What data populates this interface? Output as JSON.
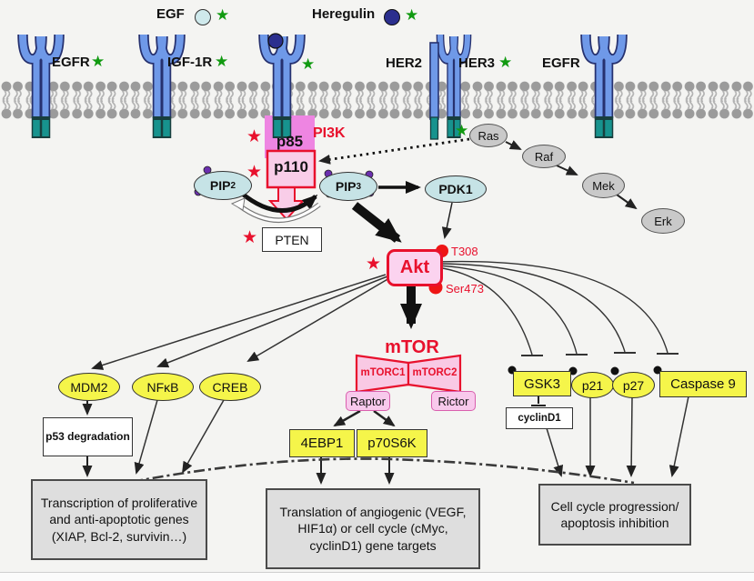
{
  "icons": {
    "star": "★"
  },
  "legend": {
    "egf_label": "EGF",
    "heregulin_label": "Heregulin"
  },
  "receptors": {
    "egfr_left": "EGFR",
    "igf1r": "IGF-1R",
    "her2": "HER2",
    "her3": "HER3",
    "egfr_right": "EGFR"
  },
  "pi3k": {
    "label": "PI3K",
    "p85": "p85",
    "p110": "p110"
  },
  "membrane_lipids": {
    "pip2_base": "PIP",
    "pip2_sub": "2",
    "pip3_base": "PIP",
    "pip3_sub": "3"
  },
  "kinases": {
    "pten": "PTEN",
    "pdk1": "PDK1",
    "ras": "Ras",
    "raf": "Raf",
    "mek": "Mek",
    "erk": "Erk",
    "akt": "Akt",
    "t308": "T308",
    "ser473": "Ser473"
  },
  "mtor": {
    "label": "mTOR",
    "mtorc1": "mTORC1",
    "mtorc2": "mTORC2",
    "raptor": "Raptor",
    "rictor": "Rictor"
  },
  "downstream": {
    "mdm2": "MDM2",
    "nfkb": "NFκB",
    "creb": "CREB",
    "p53_degradation": "p53 degradation",
    "fourebp1": "4EBP1",
    "p70s6k": "p70S6K",
    "gsk3": "GSK3",
    "p21": "p21",
    "p27": "p27",
    "caspase9": "Caspase 9",
    "cyclind1": "cyclinD1"
  },
  "outcomes": {
    "transcription": "Transcription of proliferative and anti-apoptotic genes (XIAP, Bcl-2, survivin…)",
    "translation": "Translation of angiogenic (VEGF, HIF1α) or cell cycle (cMyc, cyclinD1) gene targets",
    "cell_cycle": "Cell cycle progression/ apoptosis inhibition"
  },
  "colors": {
    "accent_red": "#e8112d",
    "node_yellow": "#f5f54a",
    "complex_pink": "#f9cde8",
    "p85_magenta": "#ee85e2",
    "receptor_blue": "#6f99e8",
    "receptor_tail_teal": "#17938e",
    "star_green": "#119a11",
    "ligand_navy": "#2b2f8e",
    "lipid_ellipse_blue": "#c6e3e6",
    "gray_node": "#c9c9c9",
    "outcome_gray": "#dedede"
  }
}
